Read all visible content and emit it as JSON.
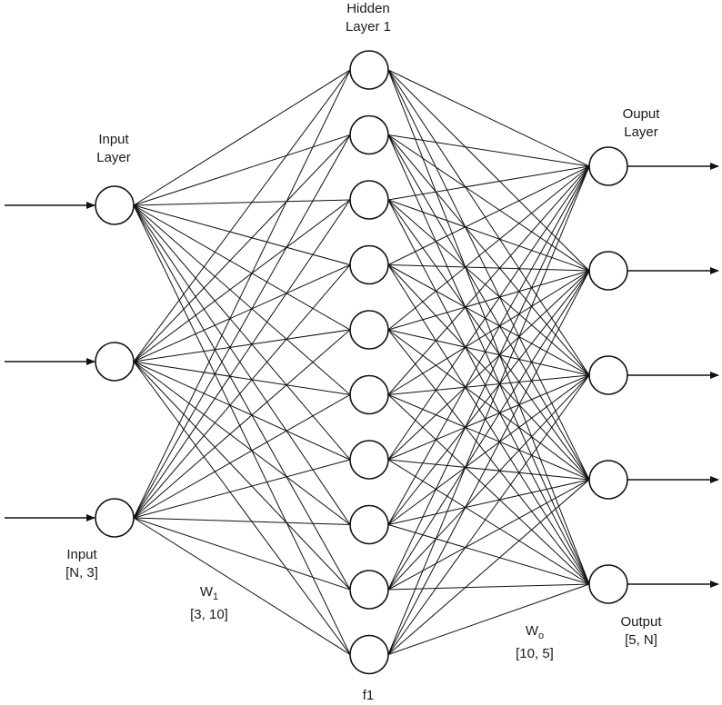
{
  "diagram": {
    "title_hidden": [
      "Hidden",
      "Layer 1"
    ],
    "title_input": [
      "Input",
      "Layer"
    ],
    "title_output": [
      "Ouput",
      "Layer"
    ],
    "input_label": [
      "Input",
      "[N, 3]"
    ],
    "w1_label": {
      "symbol": "W",
      "subscript": "1",
      "shape": "[3, 10]"
    },
    "wo_label": {
      "symbol": "W",
      "subscript": "o",
      "shape": "[10, 5]"
    },
    "output_label": [
      "Output",
      "[5, N]"
    ],
    "activation_label": "f1",
    "layers": {
      "input_nodes": 3,
      "hidden_nodes": 10,
      "output_nodes": 5
    },
    "colors": {
      "stroke": "#111111",
      "node_fill": "#ffffff"
    }
  }
}
